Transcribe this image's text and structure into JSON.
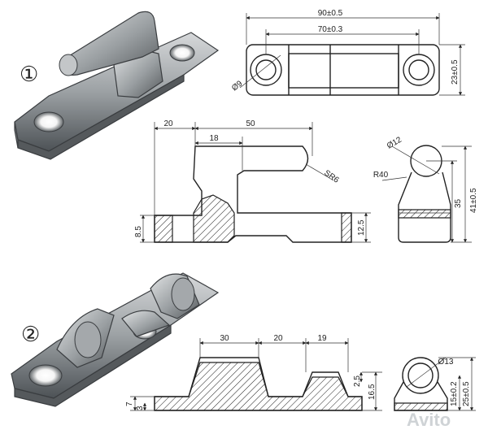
{
  "parts": [
    {
      "label": "①"
    },
    {
      "label": "②"
    }
  ],
  "dimensions_part1": {
    "top_overall": "90±0.5",
    "top_hole_spacing": "70±0.3",
    "top_height": "23±0.5",
    "top_hole_dia": "Ø9",
    "side_20": "20",
    "side_50": "50",
    "side_18": "18",
    "side_radius": "SR6",
    "side_base": "8.5",
    "side_base_right": "12.5",
    "end_dia": "Ø12",
    "end_radius": "R40",
    "end_35": "35",
    "end_41": "41±0.5"
  },
  "dimensions_part2": {
    "d30": "30",
    "d20": "20",
    "d19": "19",
    "d2_5": "2.5",
    "d16_5": "16.5",
    "d7": "7",
    "d3": "3",
    "d13": "Ø13",
    "d15": "15±0.2",
    "d25": "25±0.5"
  },
  "watermark": "Avito",
  "colors": {
    "metal_light": "#c9ccce",
    "metal_mid": "#8e9396",
    "metal_dark": "#4d5256",
    "hatch": "#222222"
  }
}
